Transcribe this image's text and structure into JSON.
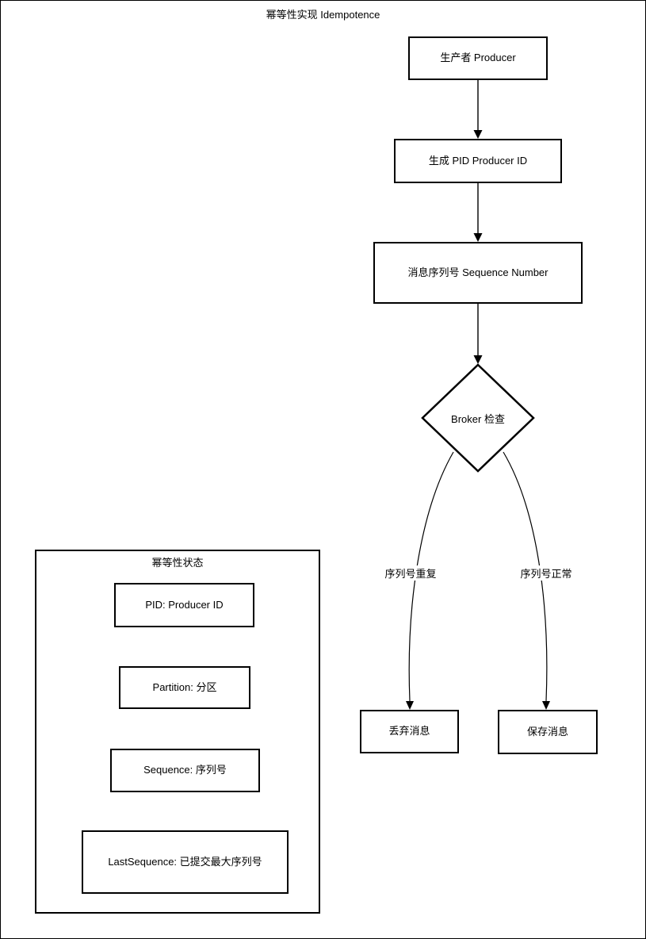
{
  "page": {
    "title": "幂等性实现 Idempotence"
  },
  "flowchart": {
    "nodes": {
      "producer": "生产者 Producer",
      "generate_pid": "生成 PID Producer ID",
      "sequence_number": "消息序列号 Sequence Number",
      "broker_check": "Broker 检查",
      "discard_message": "丢弃消息",
      "save_message": "保存消息"
    },
    "edges": {
      "duplicate_label": "序列号重复",
      "normal_label": "序列号正常"
    }
  },
  "state_panel": {
    "title": "幂等性状态",
    "items": [
      "PID: Producer ID",
      "Partition: 分区",
      "Sequence: 序列号",
      "LastSequence: 已提交最大序列号"
    ]
  },
  "colors": {
    "stroke": "#000000",
    "background": "#ffffff"
  }
}
